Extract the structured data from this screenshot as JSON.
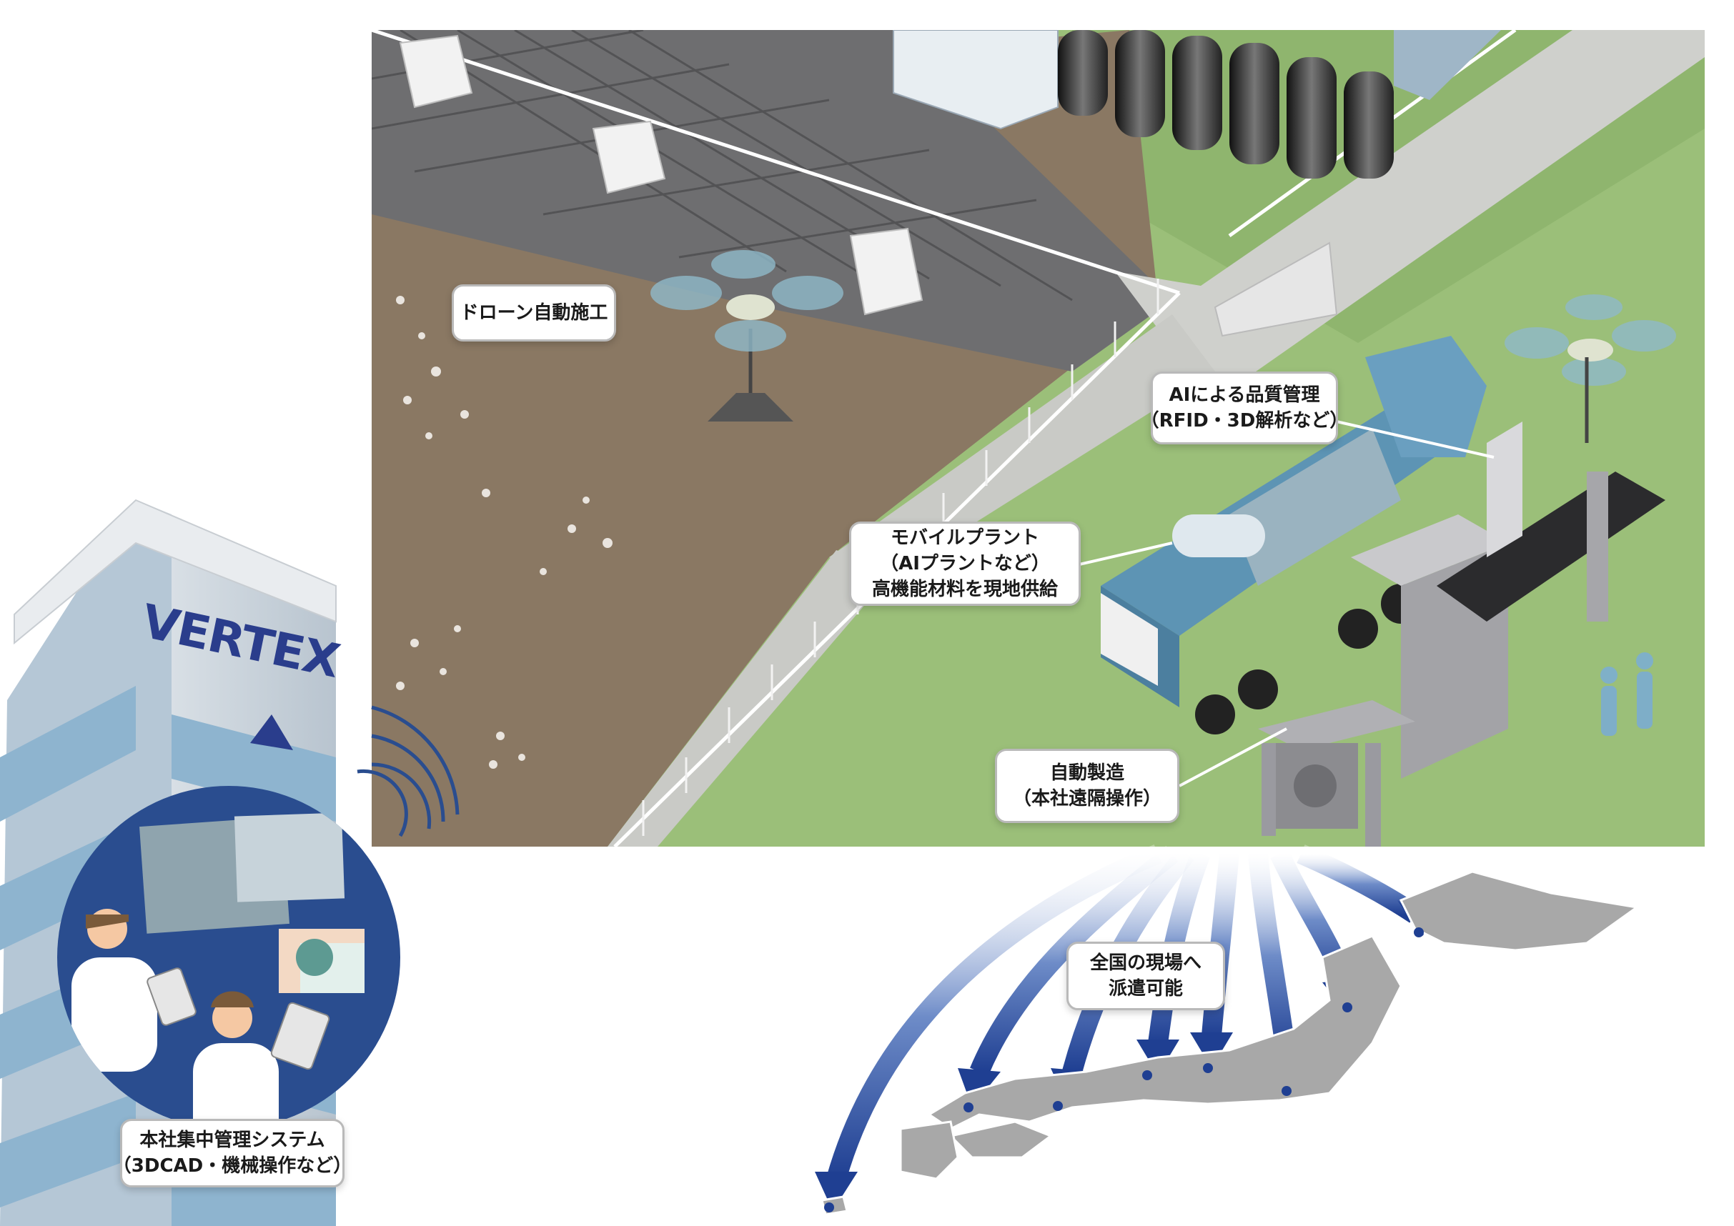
{
  "labels": {
    "drone": [
      "ドローン自動施工"
    ],
    "ai_quality": [
      "AIによる品質管理",
      "（RFID・3D解析など）"
    ],
    "mobile_plant": [
      "モバイルプラント",
      "（AIプラントなど）",
      "高機能材料を現地供給"
    ],
    "auto_manufacturing": [
      "自動製造",
      "（本社遠隔操作）"
    ],
    "nationwide": [
      "全国の現場へ",
      "派遣可能"
    ],
    "hq_system": [
      "本社集中管理システム",
      "（3DCAD・機械操作など）"
    ]
  },
  "logo": "VERTEX",
  "colors": {
    "ground_brown": "#8a7863",
    "grass_green": "#9bbf79",
    "truck_blue": "#5d94b4",
    "arrow_blue": "#2a4b9b",
    "map_gray": "#a8a8a8",
    "building_blue": "#8eb4cf",
    "circle_navy": "#2a4d8f",
    "logo_blue": "#2a3d8c"
  },
  "icons": [
    "drone-icon",
    "truck-icon",
    "factory-icon",
    "worker-icon",
    "building-icon",
    "japan-map-icon",
    "signal-icon",
    "tablet-icon"
  ]
}
